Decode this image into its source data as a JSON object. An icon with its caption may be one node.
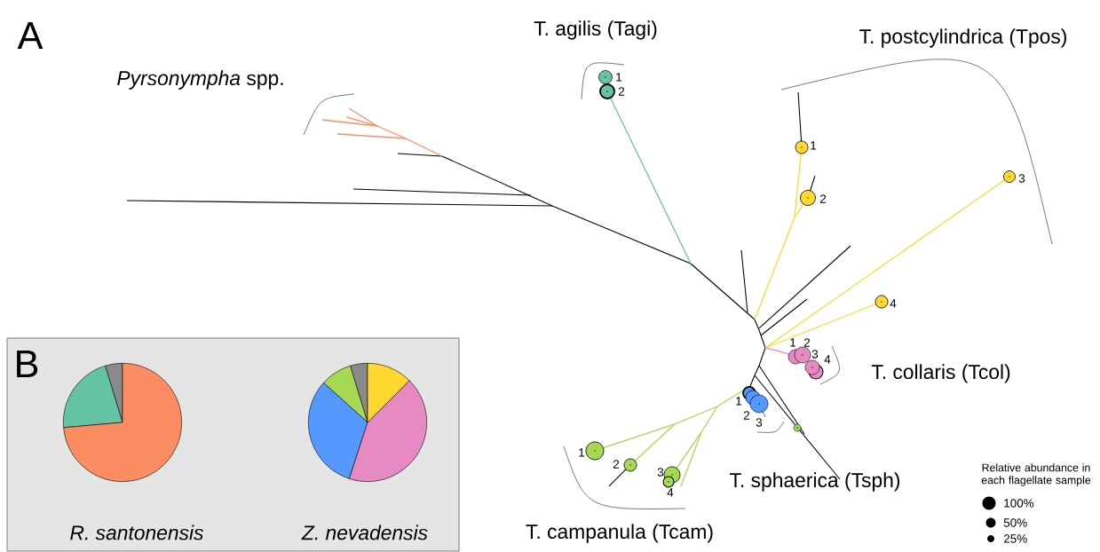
{
  "diagram": {
    "labels": [
      "A",
      "T. agilis (Tagi)",
      "T. postcylindrica (Tpos)",
      "*Pyrsonympha* spp.",
      "1",
      "2",
      "1",
      "2",
      "3",
      "4",
      "B",
      "1",
      "2",
      "3",
      "4",
      "T. collaris (Tcol)",
      "1",
      "2",
      "3",
      "1",
      "2",
      "3",
      "4",
      "Relative abundance in each flagellate sample",
      "T. sphaerica (Tsph)",
      "T. campanula (Tcam)",
      "R. santonensis",
      "Z. nevadensis"
    ],
    "legend": [
      {
        "text": "100%"
      },
      {
        "text": "50%"
      },
      {
        "text": "25%"
      }
    ]
  }
}
